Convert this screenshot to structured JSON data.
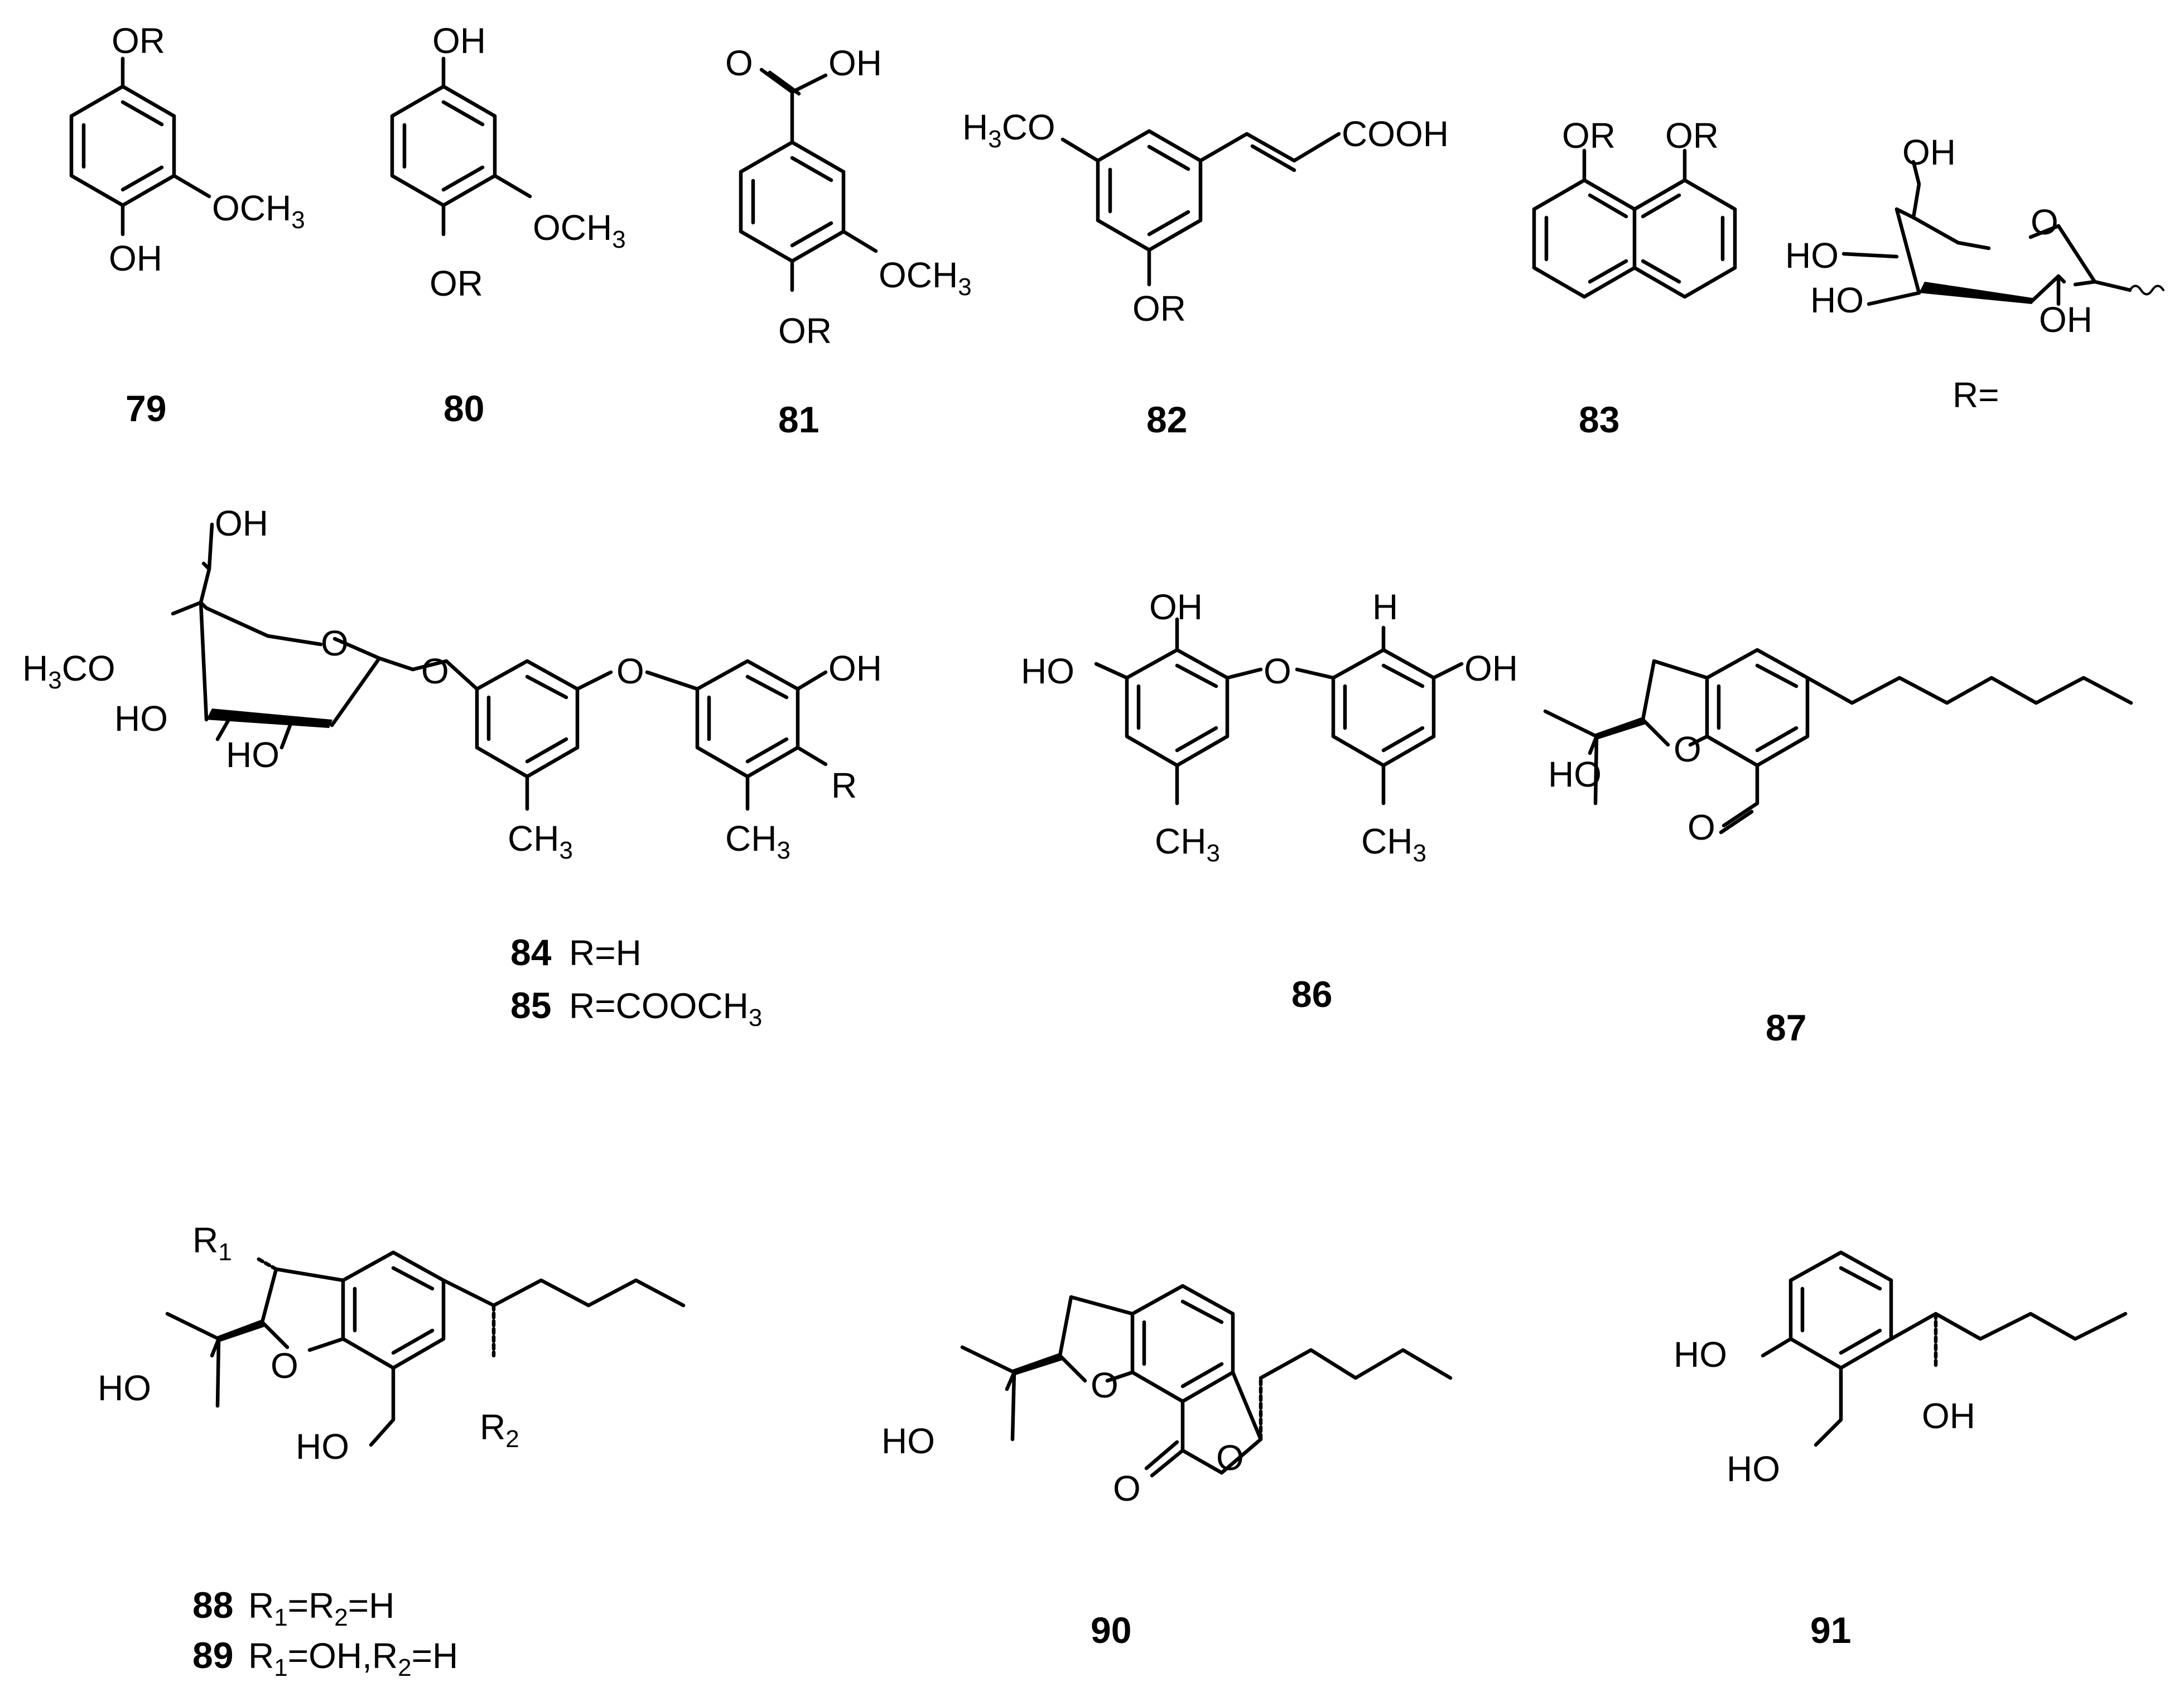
{
  "figure": {
    "compounds": [
      {
        "number": "79",
        "caption": ""
      },
      {
        "number": "80",
        "caption": ""
      },
      {
        "number": "81",
        "caption": ""
      },
      {
        "number": "82",
        "caption": ""
      },
      {
        "number": "83",
        "caption": ""
      },
      {
        "number": "84",
        "caption": "R=H"
      },
      {
        "number": "85",
        "caption": "R=COOCH3"
      },
      {
        "number": "86",
        "caption": ""
      },
      {
        "number": "87",
        "caption": ""
      },
      {
        "number": "88",
        "caption": "R1=R2=H"
      },
      {
        "number": "89",
        "caption": "R1=OH,R2=H"
      },
      {
        "number": "90",
        "caption": ""
      },
      {
        "number": "91",
        "caption": ""
      }
    ],
    "r_group_label": "R=",
    "atom_labels": {
      "OR": "OR",
      "OH": "OH",
      "HO": "HO",
      "O": "O",
      "H": "H",
      "R": "R",
      "OCH3": "OCH3",
      "H3CO": "H3CO",
      "COOH": "COOH",
      "CH3": "CH3",
      "R1": "R1",
      "R2": "R2"
    }
  }
}
